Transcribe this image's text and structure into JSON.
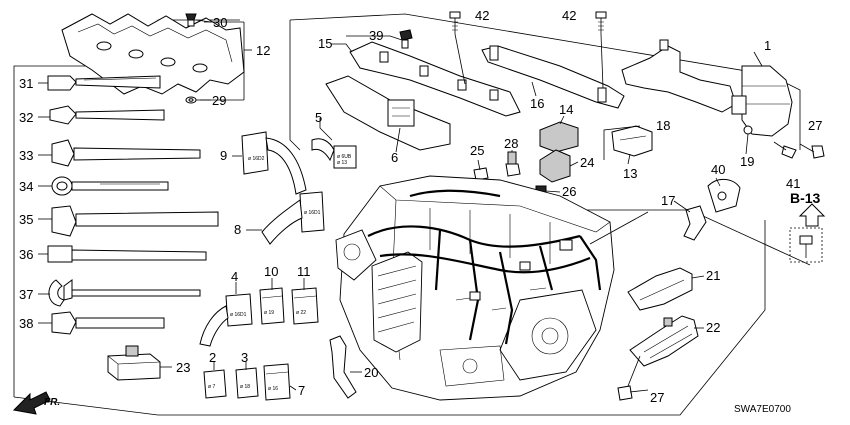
{
  "callouts": {
    "c1": "1",
    "c2": "2",
    "c3": "3",
    "c4": "4",
    "c5": "5",
    "c6": "6",
    "c7": "7",
    "c8": "8",
    "c9": "9",
    "c10": "10",
    "c11": "11",
    "c12": "12",
    "c13": "13",
    "c14": "14",
    "c15": "15",
    "c16": "16",
    "c17": "17",
    "c18": "18",
    "c19": "19",
    "c20": "20",
    "c21": "21",
    "c22": "22",
    "c23": "23",
    "c24": "24",
    "c25": "25",
    "c26": "26",
    "c27a": "27",
    "c27b": "27",
    "c28": "28",
    "c29": "29",
    "c30": "30",
    "c31": "31",
    "c32": "32",
    "c33": "33",
    "c34": "34",
    "c35": "35",
    "c36": "36",
    "c37": "37",
    "c38": "38",
    "c39": "39",
    "c40": "40",
    "c41": "41",
    "c42a": "42",
    "c42b": "42"
  },
  "connector_labels": {
    "l2": "ø 7",
    "l3": "ø 18",
    "l4": "ø 16D1",
    "l5": "ø 6UB\nø 13",
    "l7": "ø 16",
    "l8": "ø 16D1",
    "l9": "ø 16D2",
    "l10": "ø 19",
    "l11": "ø 22"
  },
  "reference": "B-13",
  "drawing_code": "SWA7E0700",
  "direction": "FR."
}
